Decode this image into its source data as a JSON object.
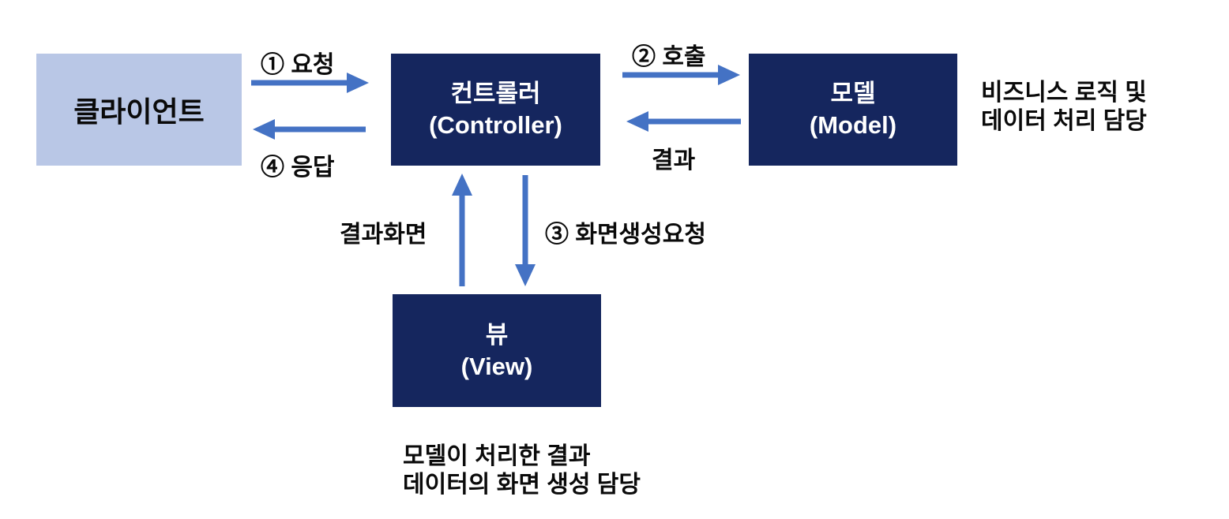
{
  "colors": {
    "background": "#ffffff",
    "client_box_bg": "#b9c7e6",
    "navy_box_bg": "#15265e",
    "arrow": "#4472c4",
    "text": "#0a0a0a"
  },
  "nodes": {
    "client": {
      "label": "클라이언트"
    },
    "controller": {
      "label_ko": "컨트롤러",
      "label_en": "(Controller)"
    },
    "model": {
      "label_ko": "모델",
      "label_en": "(Model)"
    },
    "view": {
      "label_ko": "뷰",
      "label_en": "(View)"
    }
  },
  "edges": {
    "request": {
      "label": "① 요청",
      "from": "client",
      "to": "controller"
    },
    "response": {
      "label": "④ 응답",
      "from": "controller",
      "to": "client"
    },
    "call": {
      "label": "② 호출",
      "from": "controller",
      "to": "model"
    },
    "result": {
      "label": "결과",
      "from": "model",
      "to": "controller"
    },
    "result_screen": {
      "label": "결과화면",
      "from": "view",
      "to": "controller"
    },
    "screen_request": {
      "label": "③ 화면생성요청",
      "from": "controller",
      "to": "view"
    }
  },
  "annotations": {
    "model_note_line1": "비즈니스 로직 및",
    "model_note_line2": "데이터 처리 담당",
    "view_note_line1": "모델이 처리한 결과",
    "view_note_line2": "데이터의 화면 생성 담당"
  }
}
